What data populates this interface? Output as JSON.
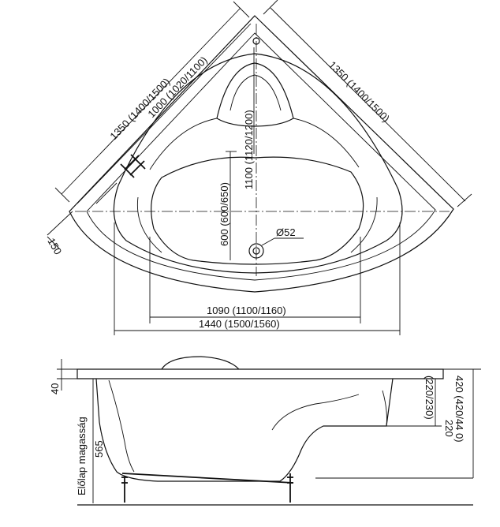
{
  "top_view": {
    "dim_side_left": "1350 (1400/1500)",
    "dim_inner_left": "1000 (1020/1100)",
    "dim_side_right": "1350 (1400/1500)",
    "dim_depth_total": "1100 (1120/1200)",
    "dim_depth_inner": "600 (600/650)",
    "dim_drain": "Ø52",
    "dim_offset": "150",
    "dim_width_inner": "1090 (1100/1160)",
    "dim_width_total": "1440 (1500/1560)"
  },
  "side_view": {
    "dim_rim": "40",
    "front_panel_label": "Előlap magasság",
    "dim_front_panel": "565",
    "dim_seat": "220",
    "dim_seat_alt": "(220/230)",
    "dim_height": "420 (420/44 0)"
  },
  "colors": {
    "ink": "#111111",
    "paper": "#ffffff"
  }
}
